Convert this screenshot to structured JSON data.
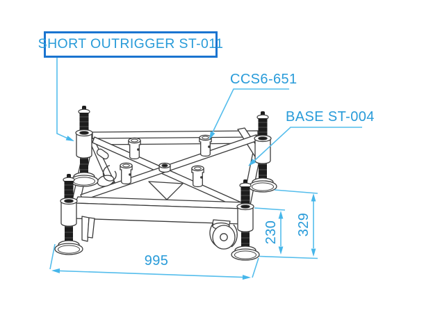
{
  "diagram": {
    "type": "technical-drawing",
    "subject": "aluminium truss ground base with outriggers, screw jacks and couplers",
    "labels": {
      "outrigger": "SHORT OUTRIGGER ST-011",
      "coupler": "CCS6-651",
      "base": "BASE ST-004"
    },
    "dimensions": {
      "base_width": "995",
      "jack_height": "230",
      "total_height": "329"
    },
    "colors": {
      "annotation_text": "#289bd9",
      "label_box_border": "#1a74d0",
      "leader_line": "#54bdec",
      "arrowhead": "#46b6ea",
      "drawing_line": "#3a3a3a",
      "dark_part": "#1d1d1d",
      "background": "#ffffff"
    }
  }
}
